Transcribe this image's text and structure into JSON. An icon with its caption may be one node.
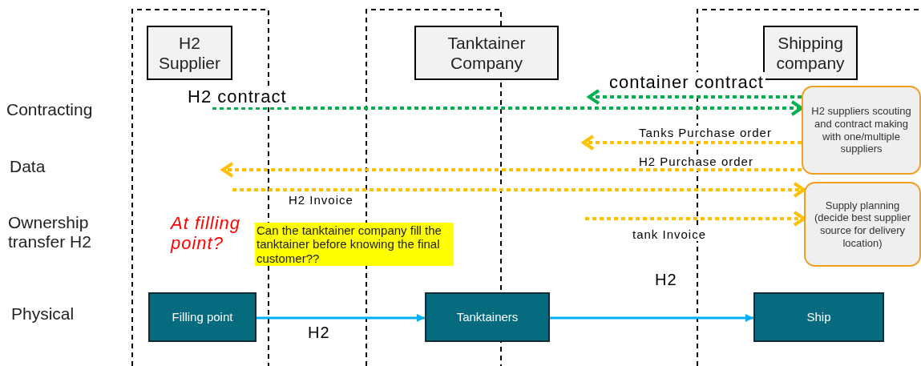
{
  "diagram": {
    "nodes": [
      {
        "text": [
          "H2 Supplier"
        ]
      },
      {
        "text": [
          "Tanktainer Company"
        ]
      },
      {
        "text": [
          "Shipping company"
        ]
      },
      {
        "text": [
          "H2 suppliers scouting and contract making with one/multiple suppliers"
        ]
      },
      {
        "text": [
          "Supply planning (decide best supplier source for delivery location)"
        ]
      },
      {
        "text": [
          "Filling point"
        ]
      },
      {
        "text": [
          "Tanktainers"
        ]
      },
      {
        "text": [
          "Ship"
        ]
      }
    ],
    "edges": [
      {
        "from": null,
        "to": 3,
        "arrow": "to",
        "label": "H2 contract",
        "style": "dashed",
        "color": "#00b050"
      },
      {
        "from": 3,
        "to": null,
        "arrow": "to",
        "label": "container contract",
        "style": "dashed",
        "color": "#00b050"
      },
      {
        "from": 3,
        "to": null,
        "arrow": "to",
        "label": "Tanks Purchase order",
        "style": "dashed"
      },
      {
        "from": 3,
        "to": null,
        "arrow": "to",
        "label": "H2 Purchase order",
        "style": "dashed"
      },
      {
        "from": null,
        "to": 4,
        "arrow": "to",
        "label": "H2 Invoice",
        "style": "dashed"
      },
      {
        "from": null,
        "to": 4,
        "arrow": "to",
        "label": "tank Invoice",
        "style": "dashed"
      },
      {
        "from": 5,
        "to": 6,
        "arrow": "to",
        "label": "H2",
        "color": "#00b0f0"
      },
      {
        "from": 6,
        "to": 7,
        "arrow": "to",
        "label": "H2",
        "color": "#00b0f0"
      }
    ],
    "labels": [
      "Contracting",
      "Data",
      "Ownership transfer H2",
      "At filling point?",
      "Can the tanktainer company fill the tanktainer before knowing the final customer??",
      "Physical"
    ]
  }
}
